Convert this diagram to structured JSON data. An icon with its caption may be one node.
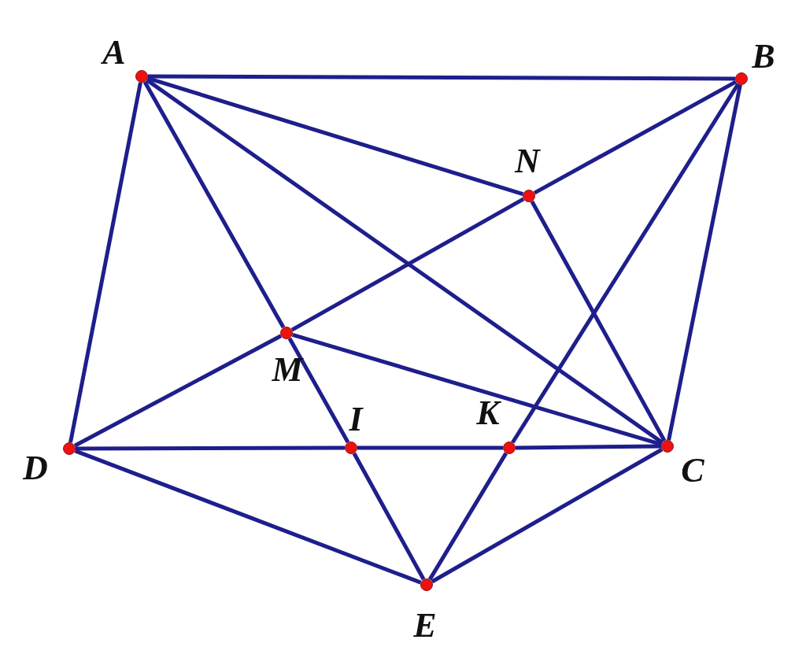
{
  "diagram": {
    "nodes": [
      {
        "text": [],
        "shape": "circle",
        "beside": [
          "A"
        ]
      },
      {
        "text": [],
        "shape": "circle",
        "beside": [
          "B"
        ]
      },
      {
        "text": [],
        "shape": "circle",
        "beside": [
          "N"
        ]
      },
      {
        "text": [],
        "shape": "circle",
        "beside": [
          "M"
        ]
      },
      {
        "text": [],
        "shape": "circle",
        "beside": [
          "D"
        ]
      },
      {
        "text": [],
        "shape": "circle",
        "beside": [
          "I"
        ]
      },
      {
        "text": [],
        "shape": "circle",
        "beside": [
          "K"
        ]
      },
      {
        "text": [],
        "shape": "circle",
        "beside": [
          "C"
        ]
      },
      {
        "text": [],
        "shape": "circle",
        "beside": [
          "E"
        ]
      }
    ],
    "edges": [
      {
        "from": 0,
        "to": 1,
        "arrow": "none"
      },
      {
        "from": 0,
        "to": 2,
        "arrow": "none"
      },
      {
        "from": 0,
        "to": 7,
        "arrow": "none"
      },
      {
        "from": 0,
        "to": 3,
        "arrow": "none"
      },
      {
        "from": 0,
        "to": 4,
        "arrow": "none"
      },
      {
        "from": 1,
        "to": 2,
        "arrow": "none"
      },
      {
        "from": 1,
        "to": 6,
        "arrow": "none"
      },
      {
        "from": 1,
        "to": 7,
        "arrow": "none"
      },
      {
        "from": 2,
        "to": 3,
        "arrow": "none"
      },
      {
        "from": 2,
        "to": 7,
        "arrow": "none"
      },
      {
        "from": 3,
        "to": 4,
        "arrow": "none"
      },
      {
        "from": 3,
        "to": 5,
        "arrow": "none"
      },
      {
        "from": 3,
        "to": 7,
        "arrow": "none"
      },
      {
        "from": 4,
        "to": 5,
        "arrow": "none"
      },
      {
        "from": 5,
        "to": 6,
        "arrow": "none"
      },
      {
        "from": 6,
        "to": 7,
        "arrow": "none"
      },
      {
        "from": 4,
        "to": 8,
        "arrow": "none"
      },
      {
        "from": 5,
        "to": 8,
        "arrow": "none"
      },
      {
        "from": 6,
        "to": 8,
        "arrow": "none"
      },
      {
        "from": 7,
        "to": 8,
        "arrow": "none"
      }
    ]
  }
}
